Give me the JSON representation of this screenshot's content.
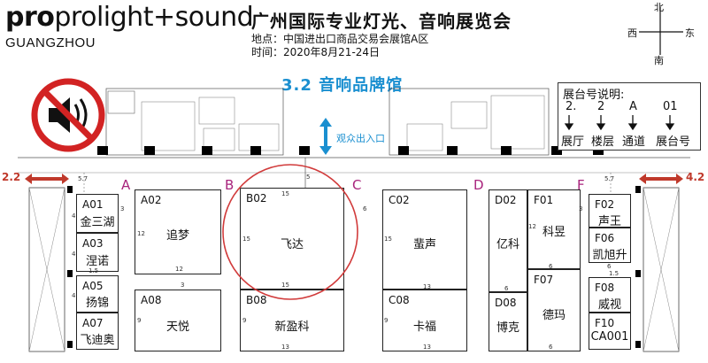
{
  "header": {
    "logo_text_light": "prolight",
    "logo_text_plus": "+sound",
    "logo_pro": "pro",
    "logo_city": "GUANGZHOU",
    "title": "广州国际专业灯光、音响展览会",
    "location": "地点：中国进出口商品交易会展馆A区",
    "time": "时间：2020年8月21-24日"
  },
  "compass": {
    "north": "北",
    "south": "南",
    "west": "西",
    "east": "东"
  },
  "hall_title": "3.2  音响品牌馆",
  "exit_label": "观众出入口",
  "side_tags": {
    "left": "2.2",
    "right": "4.2"
  },
  "aisles": [
    "A",
    "B",
    "C",
    "D",
    "F"
  ],
  "legend": {
    "title": "展台号说明:",
    "codes": [
      "2.",
      "2",
      "A",
      "01"
    ],
    "labels": [
      "展厅",
      "楼层",
      "通道",
      "展台号"
    ]
  },
  "booths": [
    {
      "id": "a01",
      "code": "A01",
      "name": "金三湖"
    },
    {
      "id": "a03",
      "code": "A03",
      "name": "涅诺"
    },
    {
      "id": "a05",
      "code": "A05",
      "name": "扬锦"
    },
    {
      "id": "a07",
      "code": "A07",
      "name": "飞迪奥"
    },
    {
      "id": "a02",
      "code": "A02",
      "name": "追梦"
    },
    {
      "id": "a08",
      "code": "A08",
      "name": "天悦"
    },
    {
      "id": "b02",
      "code": "B02",
      "name": "飞达"
    },
    {
      "id": "b08",
      "code": "B08",
      "name": "新盈科"
    },
    {
      "id": "c02",
      "code": "C02",
      "name": "蜚声"
    },
    {
      "id": "c08",
      "code": "C08",
      "name": "卡福"
    },
    {
      "id": "d02",
      "code": "D02",
      "name": "亿科"
    },
    {
      "id": "d08",
      "code": "D08",
      "name": "博克"
    },
    {
      "id": "f01",
      "code": "F01",
      "name": "科昱"
    },
    {
      "id": "f07",
      "code": "F07",
      "name": "德玛"
    },
    {
      "id": "f02",
      "code": "F02",
      "name": "声王"
    },
    {
      "id": "f06",
      "code": "F06",
      "name": "凯旭升"
    },
    {
      "id": "f08",
      "code": "F08",
      "name": "威视"
    },
    {
      "id": "f10",
      "code": "F10",
      "name": "CA001"
    }
  ],
  "dimensions": [
    "3",
    "4",
    "4",
    "4",
    "5.7",
    "1.5",
    "12",
    "12",
    "15",
    "15",
    "15",
    "15",
    "12",
    "6",
    "13",
    "13",
    "13",
    "9",
    "9",
    "9",
    "6",
    "6",
    "6",
    "6",
    "3",
    "1.5",
    "5.7",
    "5",
    "3"
  ],
  "colors": {
    "accent_blue": "#1a8fd0",
    "aisle_magenta": "#a8237c",
    "arrow_red": "#c0392b",
    "circle_red": "#d13b3b",
    "no_sign_red": "#d22323"
  }
}
